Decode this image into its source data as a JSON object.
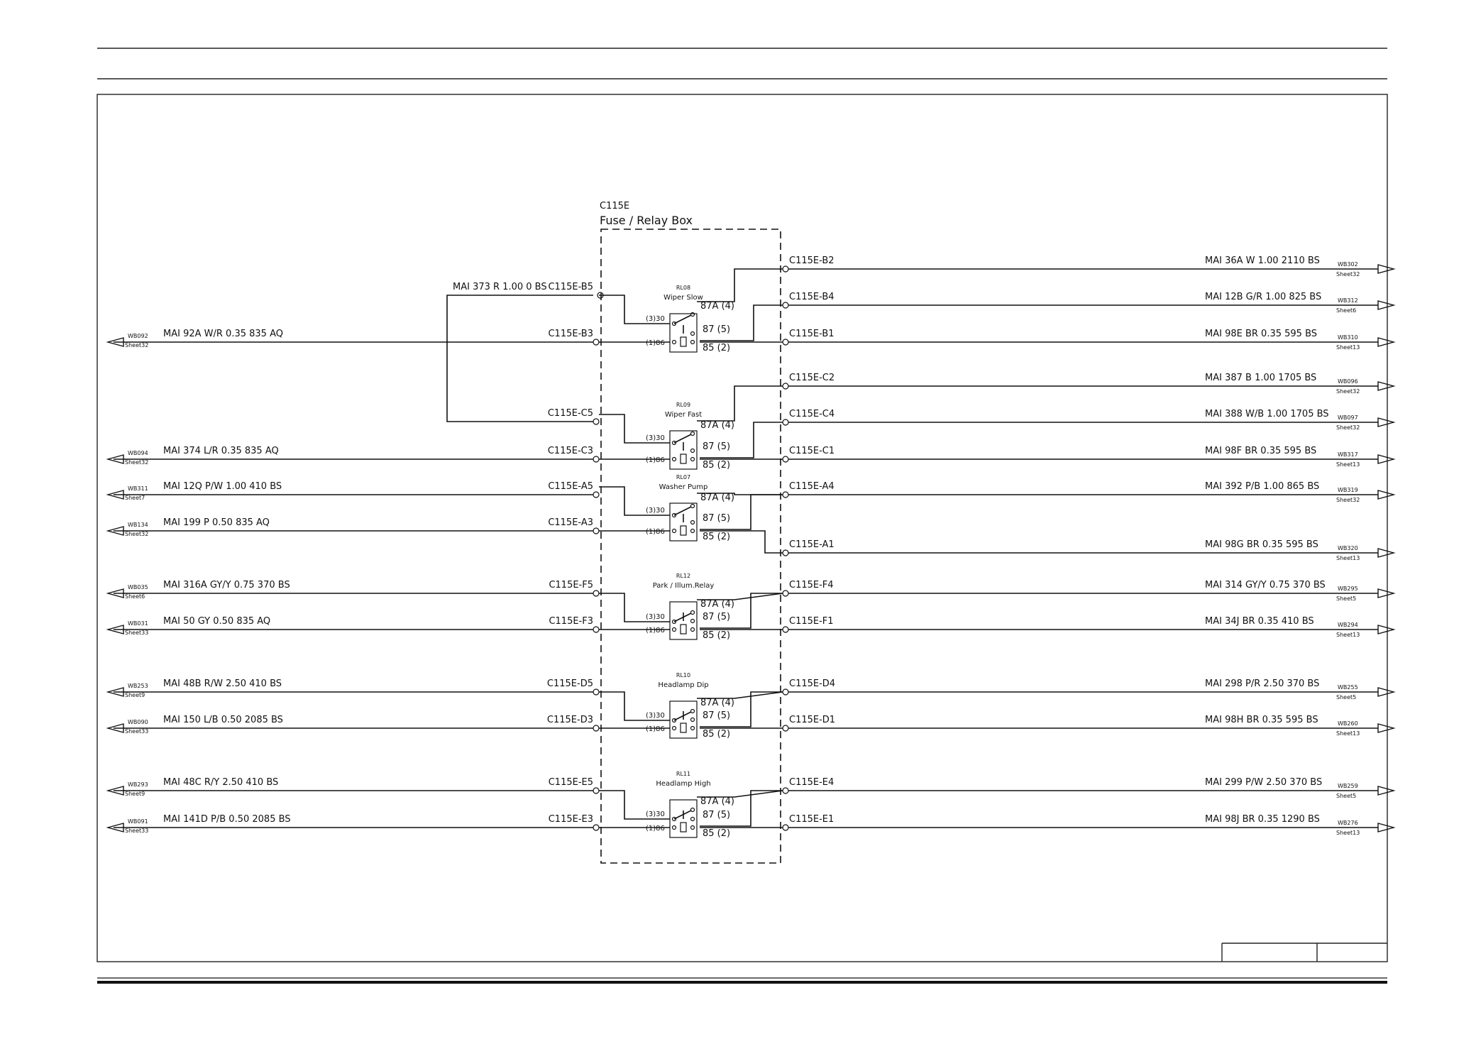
{
  "box": {
    "id": "C115E",
    "title": "Fuse / Relay Box"
  },
  "pin_labels": {
    "p30": "(3)30",
    "p86": "(1)86",
    "p87a": "87A (4)",
    "p87": "87 (5)",
    "p85": "85 (2)"
  },
  "left_wires": [
    {
      "wb": "WB092",
      "sheet": "Sheet32",
      "label": "MAI  92A W/R 0.35 835 AQ"
    },
    {
      "wb": "WB094",
      "sheet": "Sheet32",
      "label": "MAI  374 L/R 0.35 835 AQ"
    },
    {
      "wb": "WB311",
      "sheet": "Sheet7",
      "label": "MAI  12Q P/W 1.00 410 BS"
    },
    {
      "wb": "WB134",
      "sheet": "Sheet32",
      "label": "MAI  199 P 0.50 835 AQ"
    },
    {
      "wb": "WB035",
      "sheet": "Sheet6",
      "label": "MAI  316A GY/Y 0.75 370 BS"
    },
    {
      "wb": "WB031",
      "sheet": "Sheet33",
      "label": "MAI  50 GY 0.50 835 AQ"
    },
    {
      "wb": "WB253",
      "sheet": "Sheet9",
      "label": "MAI  48B R/W 2.50 410 BS"
    },
    {
      "wb": "WB090",
      "sheet": "Sheet33",
      "label": "MAI  150 L/B 0.50 2085 BS"
    },
    {
      "wb": "WB293",
      "sheet": "Sheet9",
      "label": "MAI  48C R/Y 2.50 410 BS"
    },
    {
      "wb": "WB091",
      "sheet": "Sheet33",
      "label": "MAI  141D P/B 0.50 2085 BS"
    }
  ],
  "top_wire": {
    "label": "MAI  373 R 1.00 0 BS"
  },
  "left_pins": [
    "C115E-B5",
    "C115E-B3",
    "C115E-C5",
    "C115E-C3",
    "C115E-A5",
    "C115E-A3",
    "C115E-F5",
    "C115E-F3",
    "C115E-D5",
    "C115E-D3",
    "C115E-E5",
    "C115E-E3"
  ],
  "right_wires": [
    {
      "pin": "C115E-B2",
      "label": "MAI  36A W 1.00 2110 BS",
      "wb": "WB302",
      "sheet": "Sheet32"
    },
    {
      "pin": "C115E-B4",
      "label": "MAI  12B G/R 1.00 825 BS",
      "wb": "WB312",
      "sheet": "Sheet6"
    },
    {
      "pin": "C115E-B1",
      "label": "MAI  98E BR 0.35 595 BS",
      "wb": "WB310",
      "sheet": "Sheet13"
    },
    {
      "pin": "C115E-C2",
      "label": "MAI  387 B 1.00 1705 BS",
      "wb": "WB096",
      "sheet": "Sheet32"
    },
    {
      "pin": "C115E-C4",
      "label": "MAI  388 W/B 1.00 1705 BS",
      "wb": "WB097",
      "sheet": "Sheet32"
    },
    {
      "pin": "C115E-C1",
      "label": "MAI  98F BR 0.35 595 BS",
      "wb": "WB317",
      "sheet": "Sheet13"
    },
    {
      "pin": "C115E-A4",
      "label": "MAI  392 P/B 1.00 865 BS",
      "wb": "WB319",
      "sheet": "Sheet32"
    },
    {
      "pin": "C115E-A1",
      "label": "MAI  98G BR 0.35 595 BS",
      "wb": "WB320",
      "sheet": "Sheet13"
    },
    {
      "pin": "C115E-F4",
      "label": "MAI  314 GY/Y 0.75 370 BS",
      "wb": "WB295",
      "sheet": "Sheet5"
    },
    {
      "pin": "C115E-F1",
      "label": "MAI  34J BR 0.35 410 BS",
      "wb": "WB294",
      "sheet": "Sheet13"
    },
    {
      "pin": "C115E-D4",
      "label": "MAI  298 P/R 2.50 370 BS",
      "wb": "WB255",
      "sheet": "Sheet5"
    },
    {
      "pin": "C115E-D1",
      "label": "MAI  98H BR 0.35 595 BS",
      "wb": "WB260",
      "sheet": "Sheet13"
    },
    {
      "pin": "C115E-E4",
      "label": "MAI  299 P/W 2.50 370 BS",
      "wb": "WB259",
      "sheet": "Sheet5"
    },
    {
      "pin": "C115E-E1",
      "label": "MAI  98J BR 0.35 1290 BS",
      "wb": "WB276",
      "sheet": "Sheet13"
    }
  ],
  "relays": [
    {
      "id": "RL08",
      "name": "Wiper Slow"
    },
    {
      "id": "RL09",
      "name": "Wiper Fast"
    },
    {
      "id": "RL07",
      "name": "Washer Pump"
    },
    {
      "id": "RL12",
      "name": "Park / Illum.Relay"
    },
    {
      "id": "RL10",
      "name": "Headlamp Dip"
    },
    {
      "id": "RL11",
      "name": "Headlamp High"
    }
  ],
  "colors": {
    "ink": "#111111",
    "background": "#ffffff"
  }
}
